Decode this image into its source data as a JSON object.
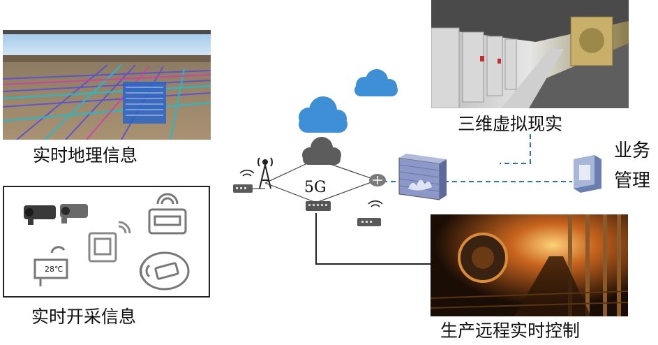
{
  "labels": {
    "geo": "实时地理信息",
    "mining": "实时开采信息",
    "vr": "三维虚拟现实",
    "biz_line1": "业务",
    "biz_line2": "管理",
    "production": "生产远程实时控制",
    "network": "5G"
  },
  "sensors": {
    "temperature": "28℃"
  },
  "colors": {
    "cloud_blue": "#3f8fd6",
    "cloud_gray": "#5c5c5c",
    "dashed_link": "#2f6fb5",
    "line_dark": "#222222"
  },
  "icons": [
    "camera-icon",
    "tablet-icon",
    "data-logger-icon",
    "thermometer-sensor-icon",
    "wireless-node-icon",
    "cloud-icon",
    "cell-tower-icon",
    "router-icon",
    "switch-icon",
    "firewall-icon",
    "server-icon",
    "wifi-device-icon"
  ]
}
